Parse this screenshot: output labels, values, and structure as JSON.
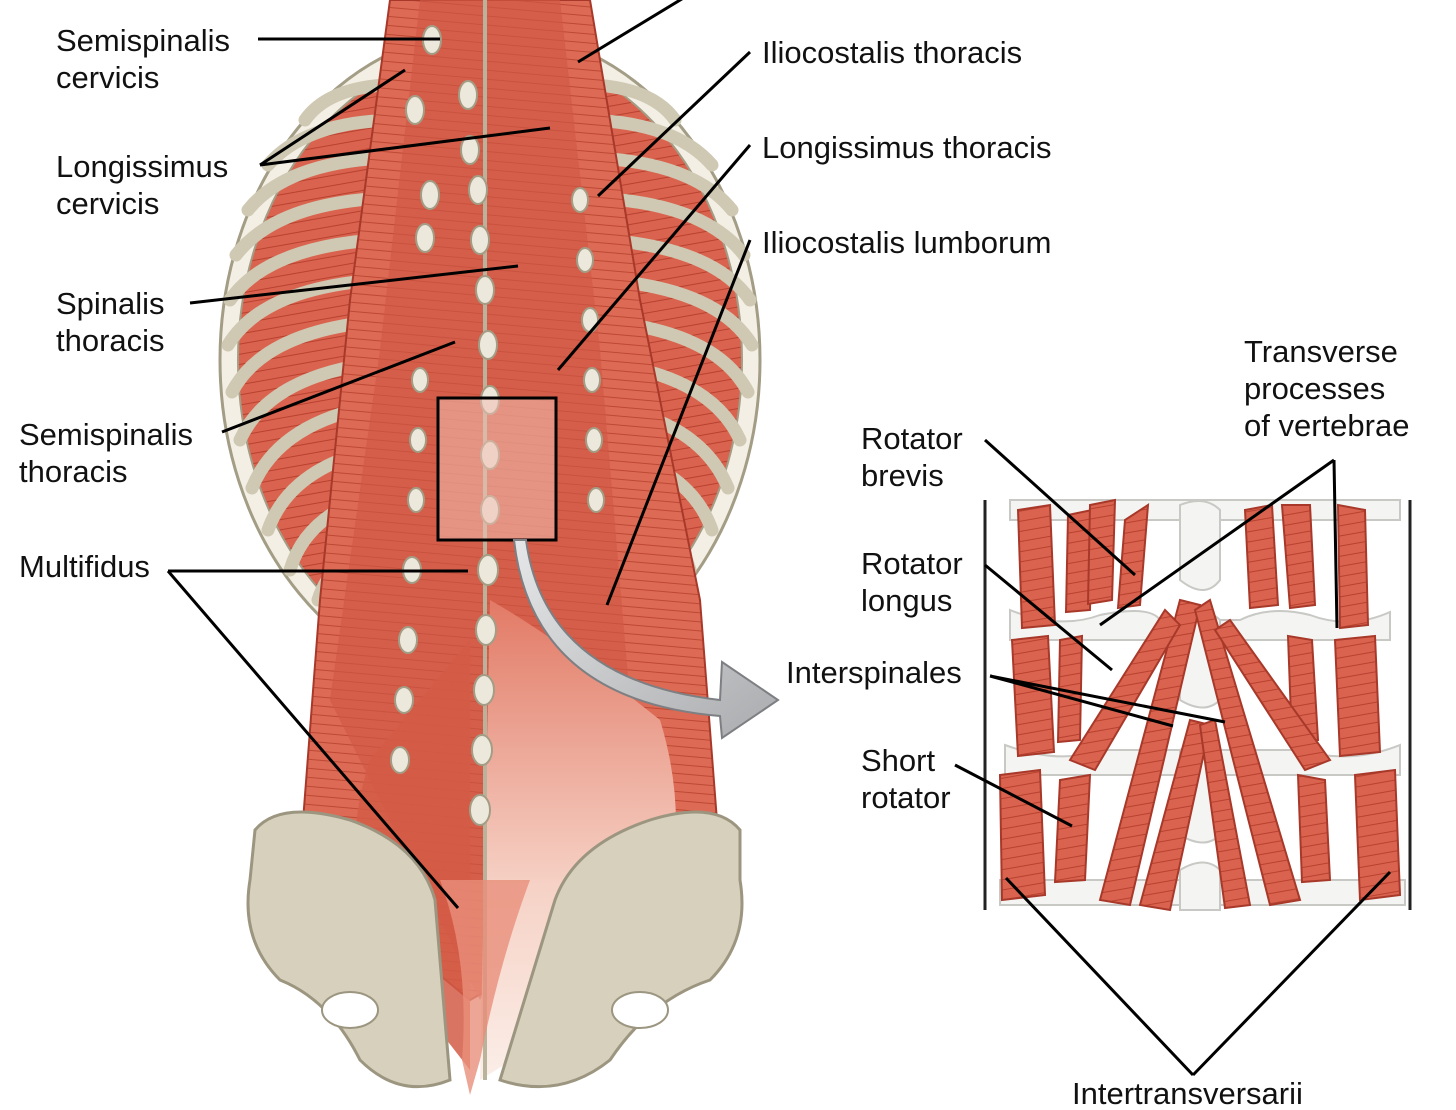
{
  "labels": {
    "semispinalis_cervicis": [
      "Semispinalis",
      "cervicis"
    ],
    "longissimus_cervicis": [
      "Longissimus",
      "cervicis"
    ],
    "spinalis_thoracis": [
      "Spinalis",
      "thoracis"
    ],
    "semispinalis_thoracis": [
      "Semispinalis",
      "thoracis"
    ],
    "multifidus": "Multifidus",
    "iliocostalis_thoracis": "Iliocostalis thoracis",
    "longissimus_thoracis": "Longissimus thoracis",
    "iliocostalis_lumborum": "Iliocostalis lumborum",
    "transverse_processes": [
      "Transverse",
      "processes",
      "of vertebrae"
    ],
    "rotator_brevis": [
      "Rotator",
      "brevis"
    ],
    "rotator_longus": [
      "Rotator",
      "longus"
    ],
    "interspinales": "Interspinales",
    "short_rotator": [
      "Short",
      "rotator"
    ],
    "intertransversarii": "Intertransversarii"
  },
  "colors": {
    "muscle": "#d9634e",
    "muscle_dark": "#b8412f",
    "muscle_light": "#f0a895",
    "bone": "#d6d0bd",
    "bone_outline": "#9c9680",
    "vertebra": "#f4f4f2",
    "leader_line": "#000000",
    "arrow": "#c6c8ca"
  }
}
